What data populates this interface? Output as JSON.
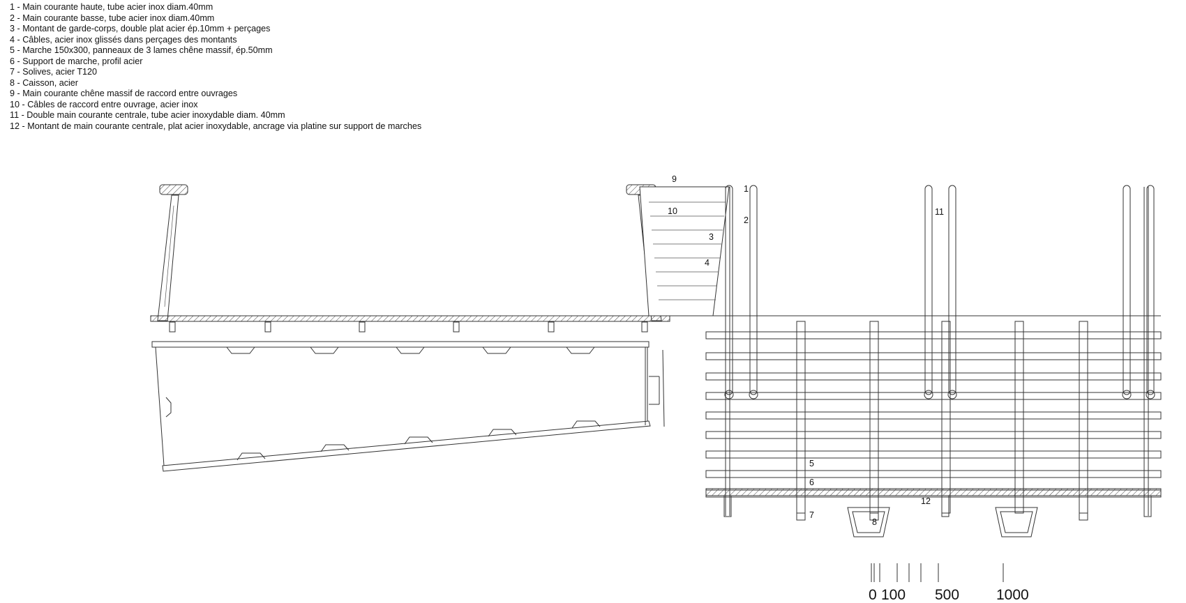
{
  "legend": {
    "items": [
      "1 - Main courante haute, tube acier inox diam.40mm",
      "2 - Main courante basse, tube acier inox diam.40mm",
      "3 - Montant de garde-corps, double plat acier ép.10mm + perçages",
      "4 - Câbles, acier inox glissés dans perçages des montants",
      "5 - Marche 150x300, panneaux de 3 lames chêne massif, ép.50mm",
      "6 - Support de marche, profil acier",
      "7 - Solives, acier T120",
      "8 - Caisson, acier",
      "9 - Main courante chêne massif de raccord entre ouvrages",
      "10 - Câbles de raccord entre ouvrage, acier inox",
      "11 - Double main courante centrale, tube acier inoxydable diam. 40mm",
      "12 - Montant de main courante centrale, plat acier inoxydable, ancrage via platine sur support de marches"
    ]
  },
  "callouts": {
    "n1": "1",
    "n2": "2",
    "n3": "3",
    "n4": "4",
    "n5": "5",
    "n6": "6",
    "n7": "7",
    "n8": "8",
    "n9": "9",
    "n10": "10",
    "n11": "11",
    "n12": "12"
  },
  "scale_bar": {
    "label_0": "0",
    "label_100": "100",
    "label_500": "500",
    "label_1000": "1000"
  }
}
